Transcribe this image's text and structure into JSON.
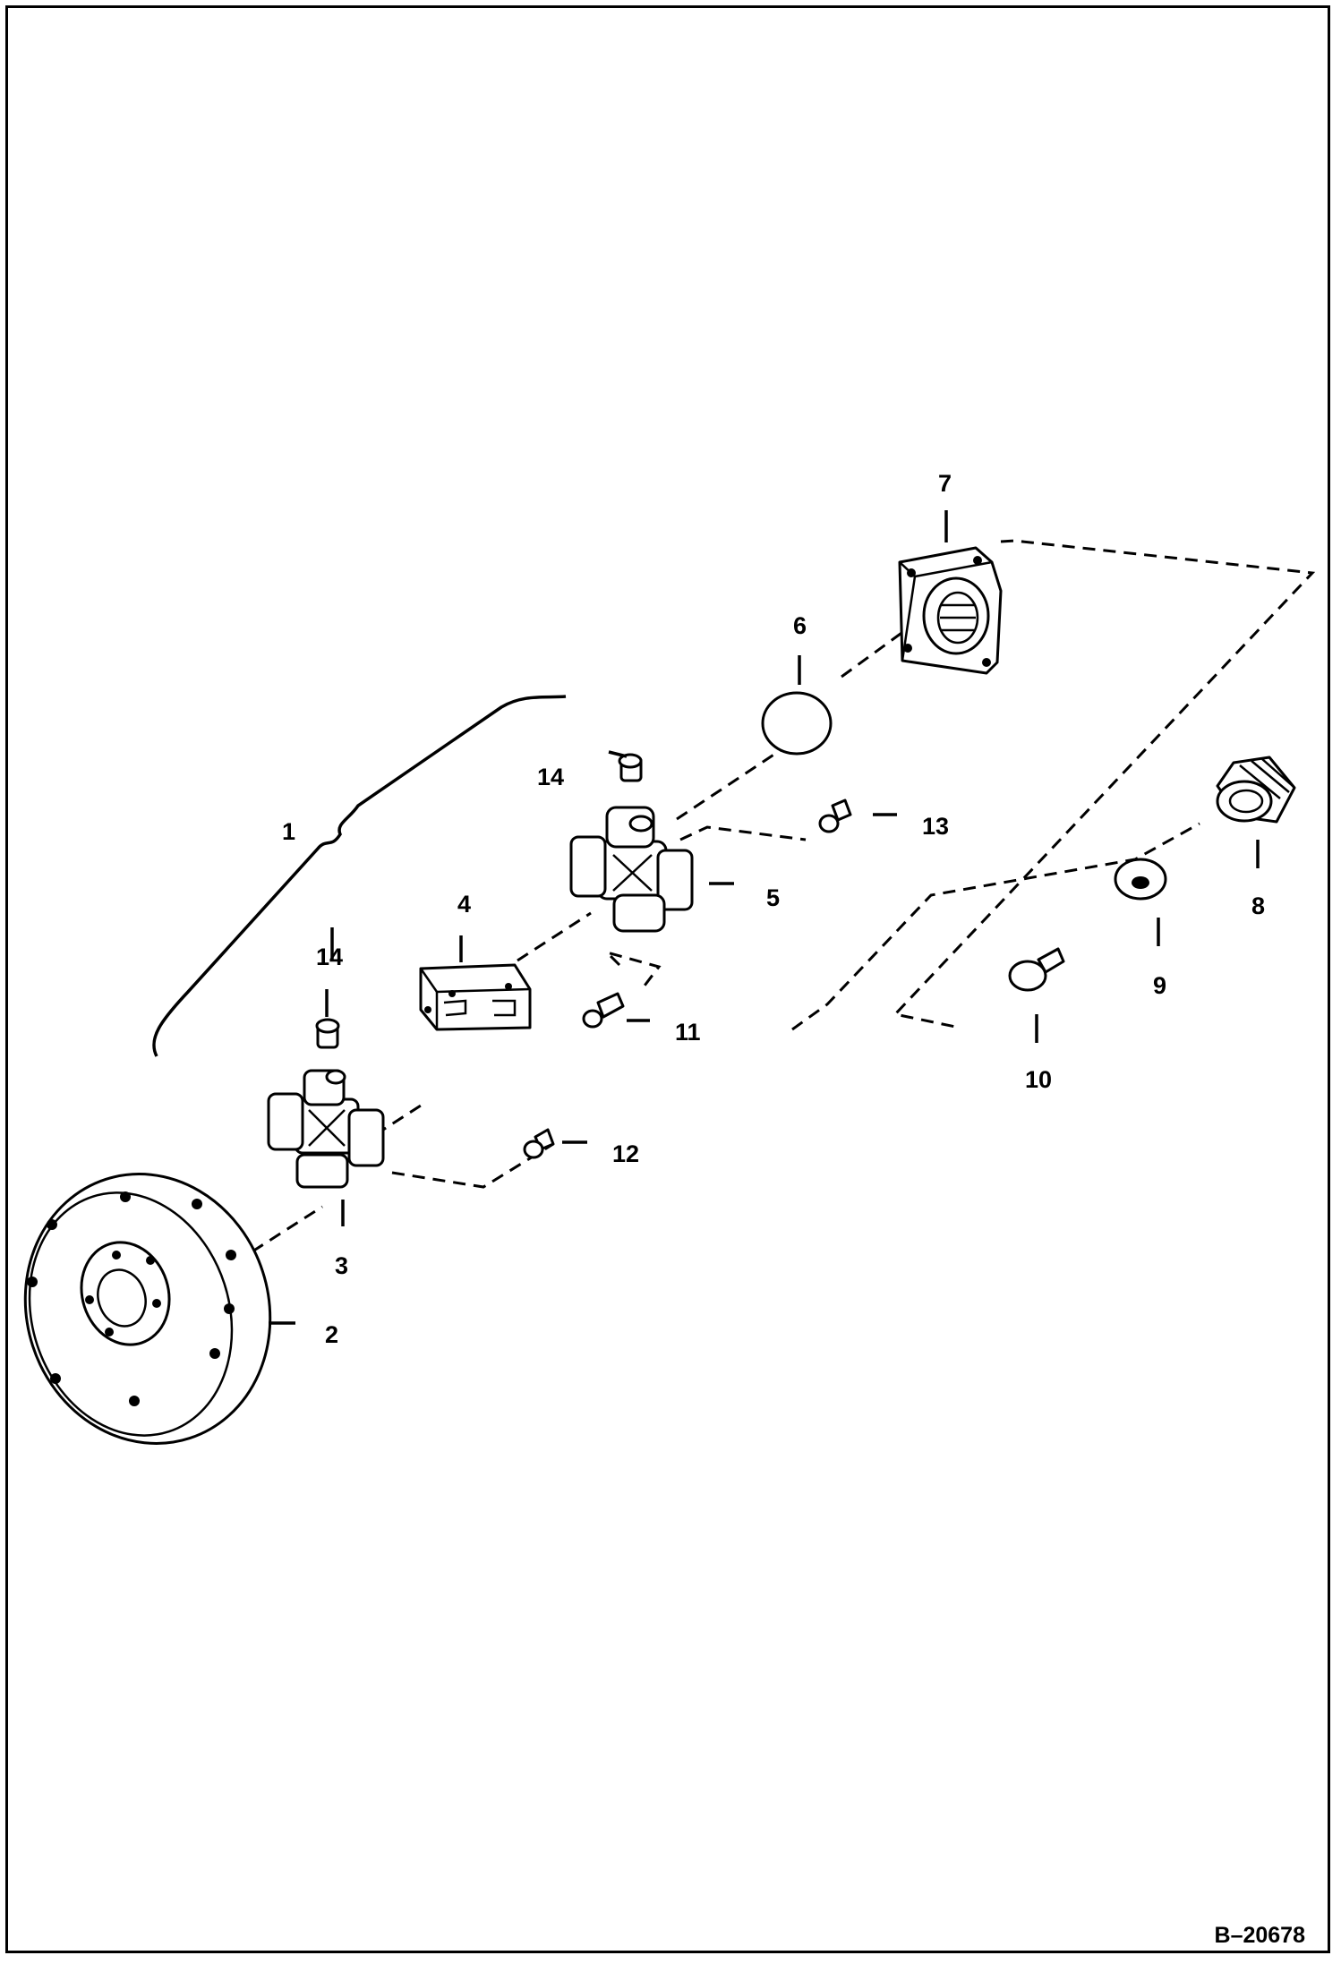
{
  "diagram": {
    "drawing_number": "B–20678",
    "callouts": [
      {
        "id": "1",
        "text": "1"
      },
      {
        "id": "2",
        "text": "2"
      },
      {
        "id": "3",
        "text": "3"
      },
      {
        "id": "4",
        "text": "4"
      },
      {
        "id": "5",
        "text": "5"
      },
      {
        "id": "6",
        "text": "6"
      },
      {
        "id": "7",
        "text": "7"
      },
      {
        "id": "8",
        "text": "8"
      },
      {
        "id": "9",
        "text": "9"
      },
      {
        "id": "10",
        "text": "10"
      },
      {
        "id": "11",
        "text": "11"
      },
      {
        "id": "12",
        "text": "12"
      },
      {
        "id": "13",
        "text": "13"
      },
      {
        "id": "14a",
        "text": "14"
      },
      {
        "id": "14b",
        "text": "14"
      }
    ]
  }
}
